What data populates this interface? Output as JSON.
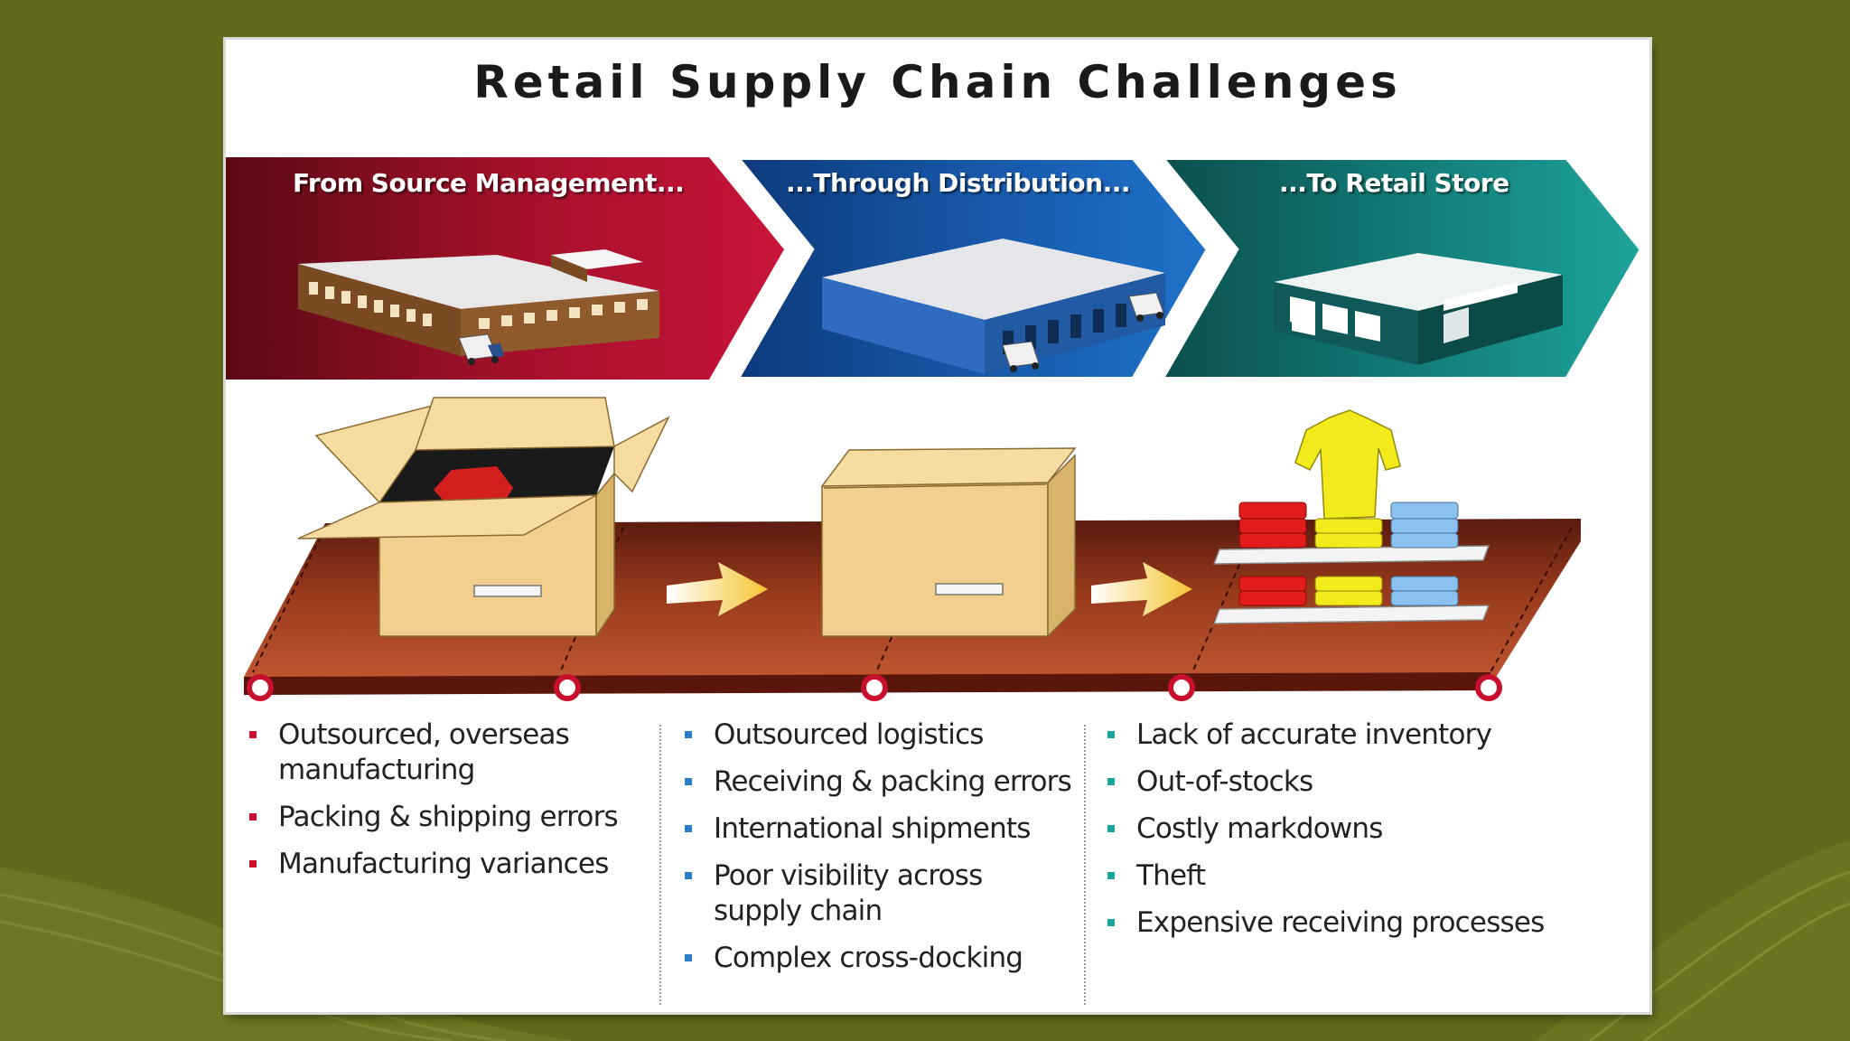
{
  "title": "Retail Supply Chain Challenges",
  "stages": [
    {
      "label": "From Source Management...",
      "color": "#a3102a",
      "bullet_color": "#c8102e",
      "items": [
        "Outsourced, overseas manufacturing",
        "Packing & shipping errors",
        "Manufacturing variances"
      ]
    },
    {
      "label": "...Through Distribution...",
      "color": "#1757a8",
      "bullet_color": "#2a7fc4",
      "items": [
        "Outsourced logistics",
        "Receiving & packing errors",
        "International shipments",
        "Poor visibility across supply chain",
        "Complex cross-docking"
      ]
    },
    {
      "label": "...To Retail Store",
      "color": "#127a76",
      "bullet_color": "#1aa39a",
      "items": [
        "Lack of accurate inventory",
        "Out-of-stocks",
        "Costly markdowns",
        "Theft",
        "Expensive receiving processes"
      ]
    }
  ],
  "colors": {
    "background": "#61691a",
    "conveyor": "#9a3b1d",
    "box": "#f2cf8c",
    "arrow": "#f5c531"
  },
  "icons": [
    "factory-icon",
    "warehouse-icon",
    "store-icon",
    "truck-icon",
    "open-box-icon",
    "closed-box-icon",
    "clothing-shelf-icon",
    "arrow-right-icon"
  ]
}
